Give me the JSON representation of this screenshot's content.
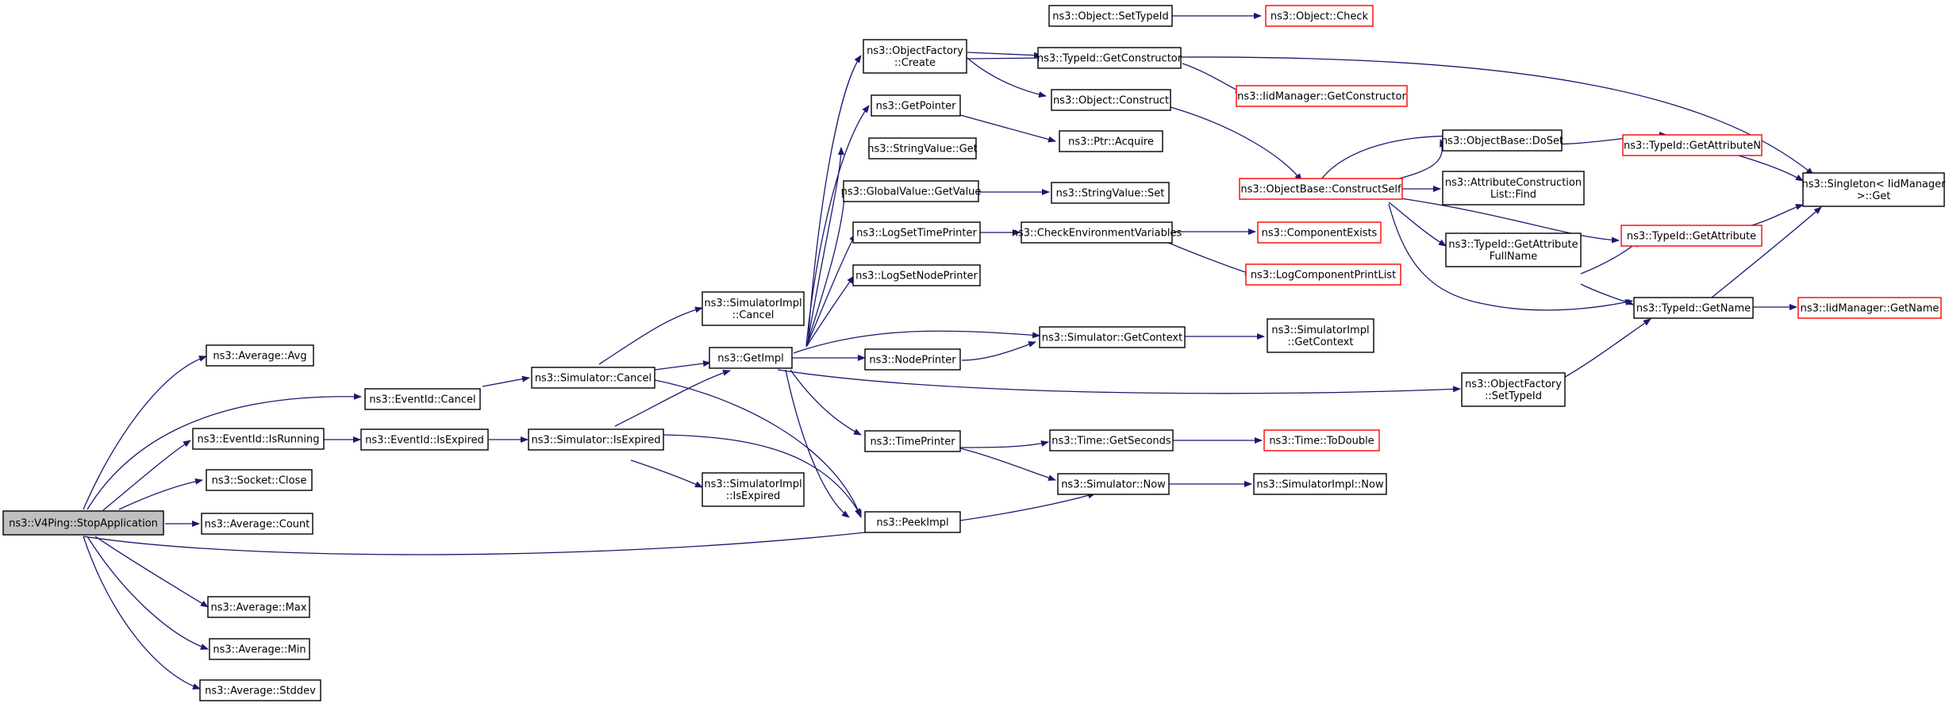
{
  "colors": {
    "edge": "#191970",
    "node_border": "#000000",
    "ref_border": "#ff0000",
    "root_fill": "#bfbfbf",
    "node_fill": "#ffffff"
  },
  "nodes": [
    {
      "id": "stop",
      "lines": [
        "ns3::V4Ping::StopApplication"
      ],
      "style": "root"
    },
    {
      "id": "avg",
      "lines": [
        "ns3::Average::Avg"
      ],
      "style": "normal"
    },
    {
      "id": "eidcancel",
      "lines": [
        "ns3::EventId::Cancel"
      ],
      "style": "normal"
    },
    {
      "id": "isrunning",
      "lines": [
        "ns3::EventId::IsRunning"
      ],
      "style": "normal"
    },
    {
      "id": "sockclose",
      "lines": [
        "ns3::Socket::Close"
      ],
      "style": "normal"
    },
    {
      "id": "avgcount",
      "lines": [
        "ns3::Average::Count"
      ],
      "style": "normal"
    },
    {
      "id": "avgmax",
      "lines": [
        "ns3::Average::Max"
      ],
      "style": "normal"
    },
    {
      "id": "avgmin",
      "lines": [
        "ns3::Average::Min"
      ],
      "style": "normal"
    },
    {
      "id": "avgstd",
      "lines": [
        "ns3::Average::Stddev"
      ],
      "style": "normal"
    },
    {
      "id": "eidexp",
      "lines": [
        "ns3::EventId::IsExpired"
      ],
      "style": "normal"
    },
    {
      "id": "simcancel",
      "lines": [
        "ns3::Simulator::Cancel"
      ],
      "style": "normal"
    },
    {
      "id": "simisexp",
      "lines": [
        "ns3::Simulator::IsExpired"
      ],
      "style": "normal"
    },
    {
      "id": "simimplcancel",
      "lines": [
        "ns3::SimulatorImpl",
        "::Cancel"
      ],
      "style": "normal"
    },
    {
      "id": "simimplisexp",
      "lines": [
        "ns3::SimulatorImpl",
        "::IsExpired"
      ],
      "style": "normal"
    },
    {
      "id": "getimpl",
      "lines": [
        "ns3::GetImpl"
      ],
      "style": "normal"
    },
    {
      "id": "peekimpl",
      "lines": [
        "ns3::PeekImpl"
      ],
      "style": "normal"
    },
    {
      "id": "ofcreate",
      "lines": [
        "ns3::ObjectFactory",
        "::Create"
      ],
      "style": "normal"
    },
    {
      "id": "getpointer",
      "lines": [
        "ns3::GetPointer"
      ],
      "style": "normal"
    },
    {
      "id": "svget",
      "lines": [
        "ns3::StringValue::Get"
      ],
      "style": "normal"
    },
    {
      "id": "gvgetvalue",
      "lines": [
        "ns3::GlobalValue::GetValue"
      ],
      "style": "normal"
    },
    {
      "id": "logtime",
      "lines": [
        "ns3::LogSetTimePrinter"
      ],
      "style": "normal"
    },
    {
      "id": "lognode",
      "lines": [
        "ns3::LogSetNodePrinter"
      ],
      "style": "normal"
    },
    {
      "id": "nodeprinter",
      "lines": [
        "ns3::NodePrinter"
      ],
      "style": "normal"
    },
    {
      "id": "timeprinter",
      "lines": [
        "ns3::TimePrinter"
      ],
      "style": "normal"
    },
    {
      "id": "objsettid",
      "lines": [
        "ns3::Object::SetTypeId"
      ],
      "style": "normal"
    },
    {
      "id": "tidgetctor",
      "lines": [
        "ns3::TypeId::GetConstructor"
      ],
      "style": "normal"
    },
    {
      "id": "objconstruct",
      "lines": [
        "ns3::Object::Construct"
      ],
      "style": "normal"
    },
    {
      "id": "ptracquire",
      "lines": [
        "ns3::Ptr::Acquire"
      ],
      "style": "normal"
    },
    {
      "id": "svset",
      "lines": [
        "ns3::StringValue::Set"
      ],
      "style": "normal"
    },
    {
      "id": "checkenv",
      "lines": [
        "ns3::CheckEnvironmentVariables"
      ],
      "style": "normal"
    },
    {
      "id": "simgetctx",
      "lines": [
        "ns3::Simulator::GetContext"
      ],
      "style": "normal"
    },
    {
      "id": "timegetsec",
      "lines": [
        "ns3::Time::GetSeconds"
      ],
      "style": "normal"
    },
    {
      "id": "simnow",
      "lines": [
        "ns3::Simulator::Now"
      ],
      "style": "normal"
    },
    {
      "id": "objcheck",
      "lines": [
        "ns3::Object::Check"
      ],
      "style": "ref"
    },
    {
      "id": "iidgetctor",
      "lines": [
        "ns3::IidManager::GetConstructor"
      ],
      "style": "ref"
    },
    {
      "id": "obconstructself",
      "lines": [
        "ns3::ObjectBase::ConstructSelf"
      ],
      "style": "ref"
    },
    {
      "id": "compexists",
      "lines": [
        "ns3::ComponentExists"
      ],
      "style": "ref"
    },
    {
      "id": "logcompprint",
      "lines": [
        "ns3::LogComponentPrintList"
      ],
      "style": "ref"
    },
    {
      "id": "simimplgetctx",
      "lines": [
        "ns3::SimulatorImpl",
        "::GetContext"
      ],
      "style": "normal"
    },
    {
      "id": "timetodouble",
      "lines": [
        "ns3::Time::ToDouble"
      ],
      "style": "ref"
    },
    {
      "id": "simimplnow",
      "lines": [
        "ns3::SimulatorImpl::Now"
      ],
      "style": "normal"
    },
    {
      "id": "obdoset",
      "lines": [
        "ns3::ObjectBase::DoSet"
      ],
      "style": "normal"
    },
    {
      "id": "attrconst",
      "lines": [
        "ns3::AttributeConstruction",
        "List::Find"
      ],
      "style": "normal"
    },
    {
      "id": "tidgetattrfull",
      "lines": [
        "ns3::TypeId::GetAttribute",
        "FullName"
      ],
      "style": "normal"
    },
    {
      "id": "ofsettid",
      "lines": [
        "ns3::ObjectFactory",
        "::SetTypeId"
      ],
      "style": "normal"
    },
    {
      "id": "tidgetattrn",
      "lines": [
        "ns3::TypeId::GetAttributeN"
      ],
      "style": "ref"
    },
    {
      "id": "tidgetattr",
      "lines": [
        "ns3::TypeId::GetAttribute"
      ],
      "style": "ref"
    },
    {
      "id": "tidgetname",
      "lines": [
        "ns3::TypeId::GetName"
      ],
      "style": "normal"
    },
    {
      "id": "singleton",
      "lines": [
        "ns3::Singleton< IidManager",
        " >::Get"
      ],
      "style": "normal"
    },
    {
      "id": "iidgetname",
      "lines": [
        "ns3::IidManager::GetName"
      ],
      "style": "ref"
    }
  ]
}
